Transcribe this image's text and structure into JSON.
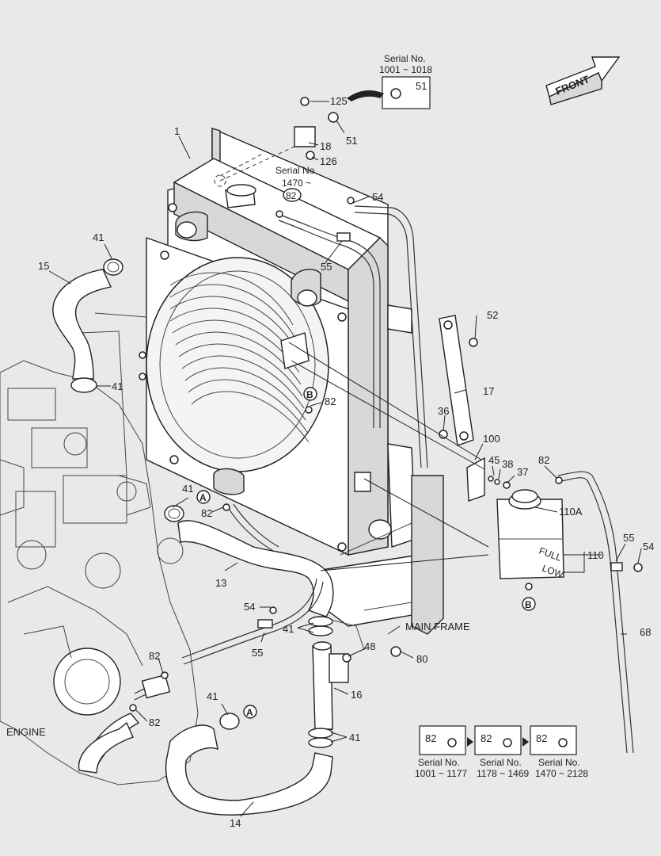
{
  "front_label": "FRONT",
  "top_serial_note": {
    "title": "Serial No.",
    "range": "1001 ~ 1018",
    "part": "51"
  },
  "mid_serial_note": {
    "title": "Serial No.",
    "range": "1470 ~",
    "part": "82"
  },
  "engine_label": "ENGINE",
  "main_frame_label": "MAIN FRAME",
  "markers": {
    "a": "A",
    "b": "B"
  },
  "callouts": {
    "c125": "125",
    "c51": "51",
    "c18": "18",
    "c126": "126",
    "c1": "1",
    "c54a": "54",
    "c41a": "41",
    "c15": "15",
    "c55a": "55",
    "c52": "52",
    "c41b": "41",
    "c17": "17",
    "c82a": "82",
    "c36": "36",
    "c100": "100",
    "c45": "45",
    "c38": "38",
    "c37": "37",
    "c82b": "82",
    "c41c": "41",
    "c110a": "110A",
    "c82c": "82",
    "c110": "110",
    "c55b": "55",
    "c54b": "54",
    "c13": "13",
    "c54c": "54",
    "c41d": "41",
    "c68": "68",
    "c55c": "55",
    "c48": "48",
    "c80": "80",
    "c82d": "82",
    "c16": "16",
    "c82e": "82",
    "c41e": "41",
    "c41f": "41",
    "c14": "14"
  },
  "serial_variants": [
    {
      "part": "82",
      "title": "Serial No.",
      "range": "1001 ~ 1177"
    },
    {
      "part": "82",
      "title": "Serial No.",
      "range": "1178 ~ 1469"
    },
    {
      "part": "82",
      "title": "Serial No.",
      "range": "1470 ~ 2128"
    }
  ]
}
